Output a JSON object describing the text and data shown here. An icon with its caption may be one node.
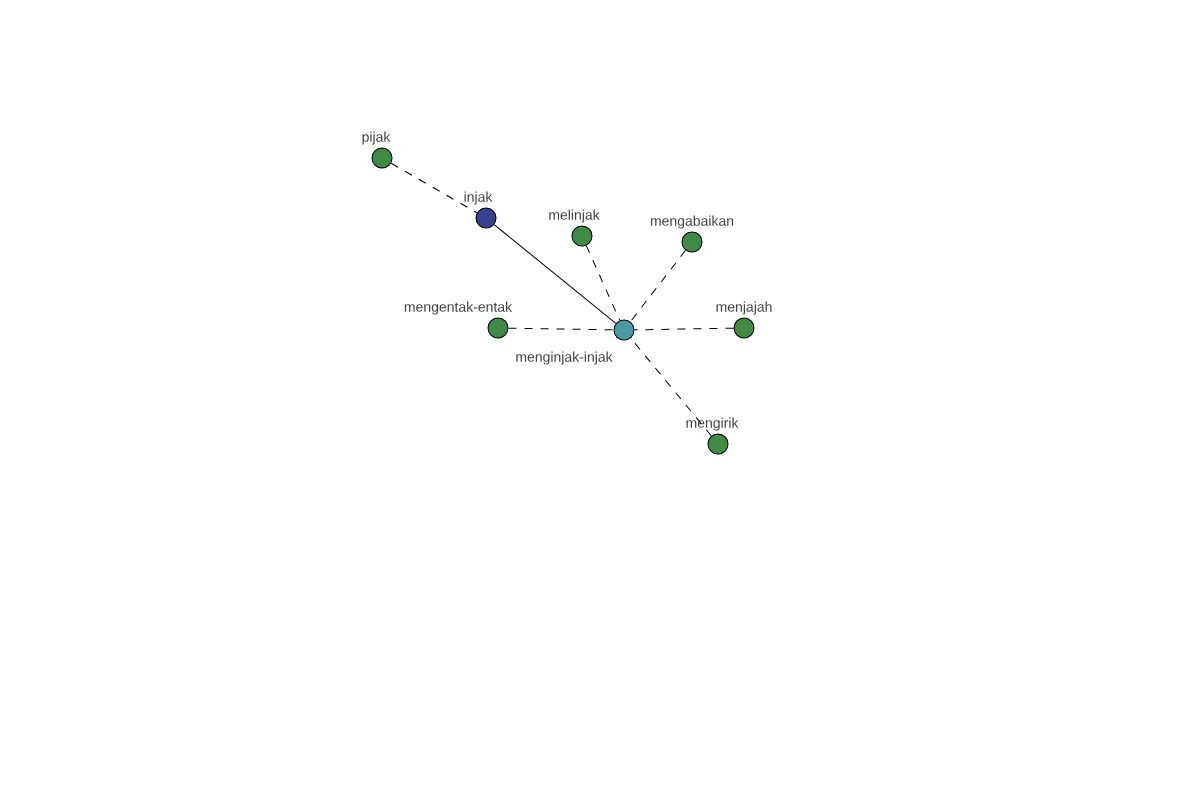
{
  "diagram": {
    "nodes": [
      {
        "text": [
          "pijak"
        ]
      },
      {
        "text": [
          "injak"
        ]
      },
      {
        "text": [
          "melinjak"
        ]
      },
      {
        "text": [
          "mengabaikan"
        ]
      },
      {
        "text": [
          "mengentak-entak"
        ]
      },
      {
        "text": [
          "menginjak-injak"
        ]
      },
      {
        "text": [
          "menjajah"
        ]
      },
      {
        "text": [
          "mengirik"
        ]
      }
    ],
    "edges": [
      {
        "from": 0,
        "to": 1,
        "arrow": "none",
        "style": "dashed"
      },
      {
        "from": 1,
        "to": 5,
        "arrow": "none"
      },
      {
        "from": 2,
        "to": 5,
        "arrow": "none",
        "style": "dashed"
      },
      {
        "from": 3,
        "to": 5,
        "arrow": "none",
        "style": "dashed"
      },
      {
        "from": 4,
        "to": 5,
        "arrow": "none",
        "style": "dashed"
      },
      {
        "from": 6,
        "to": 5,
        "arrow": "none",
        "style": "dashed"
      },
      {
        "from": 7,
        "to": 5,
        "arrow": "none",
        "style": "dashed"
      }
    ]
  }
}
